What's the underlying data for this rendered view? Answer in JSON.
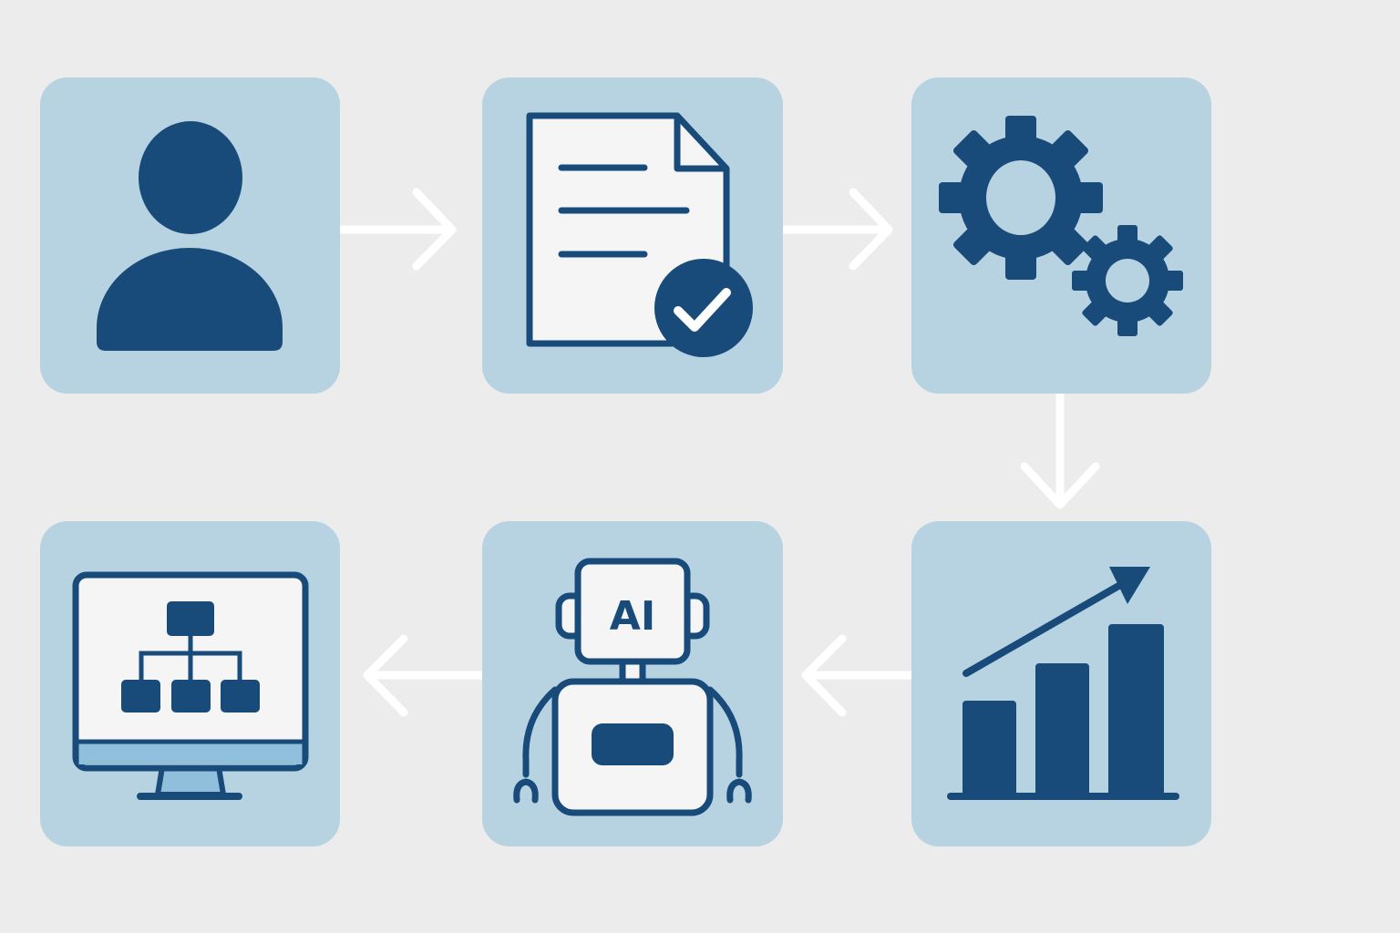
{
  "colors": {
    "background": "#ececec",
    "tile": "#b7d3e2",
    "icon_primary": "#184a7a",
    "icon_light": "#f5f5f5",
    "monitor_stand": "#8fbfdb",
    "arrow": "#ffffff"
  },
  "steps": [
    {
      "icon": "user-icon"
    },
    {
      "icon": "approved-document-icon"
    },
    {
      "icon": "gears-icon"
    },
    {
      "icon": "growth-chart-icon"
    },
    {
      "icon": "ai-robot-icon",
      "label": "AI"
    },
    {
      "icon": "monitor-org-chart-icon"
    }
  ],
  "flow_direction": [
    "right",
    "right",
    "down",
    "left",
    "left"
  ]
}
